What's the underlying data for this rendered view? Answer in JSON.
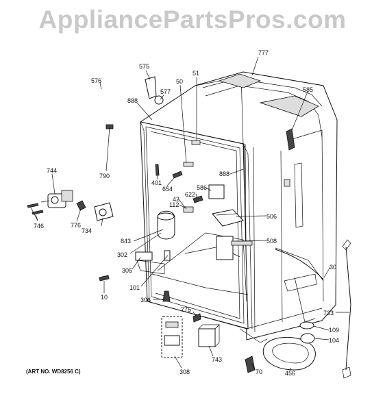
{
  "watermark": "AppliancePartsPros.com",
  "art_no": "(ART NO. WD8256 C)",
  "callouts": [
    "777",
    "575",
    "51",
    "577",
    "50",
    "585",
    "576",
    "888",
    "888",
    "790",
    "744",
    "401",
    "654",
    "586",
    "622",
    "42",
    "112",
    "506",
    "746",
    "776",
    "734",
    "843",
    "508",
    "302",
    "305",
    "30",
    "101",
    "10",
    "306",
    "775",
    "733",
    "109",
    "104",
    "743",
    "308",
    "70",
    "456"
  ]
}
